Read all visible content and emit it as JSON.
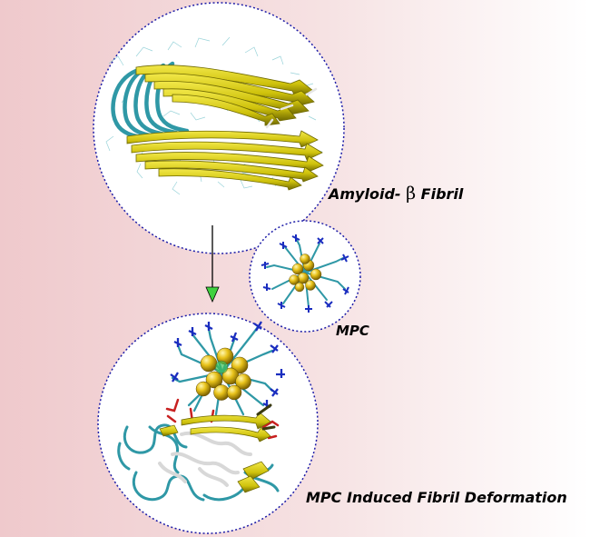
{
  "labels": {
    "fibril_prefix": "Amyloid-",
    "fibril_beta": "β",
    "fibril_suffix": " Fibril",
    "mpc": "MPC",
    "deformation": "MPC Induced Fibril Deformation"
  },
  "colors": {
    "circle_outline": "#1c1ca8",
    "circle_fill": "#ffffff",
    "sheet_yellow": "#d9cc12",
    "sheet_dark": "#7a7400",
    "coil_teal": "#2f98a6",
    "ligand_blue": "#1a2dbf",
    "residue_red": "#c82020",
    "gold_atom": "#e8c21a",
    "arrow_head": "#3fd13f"
  }
}
